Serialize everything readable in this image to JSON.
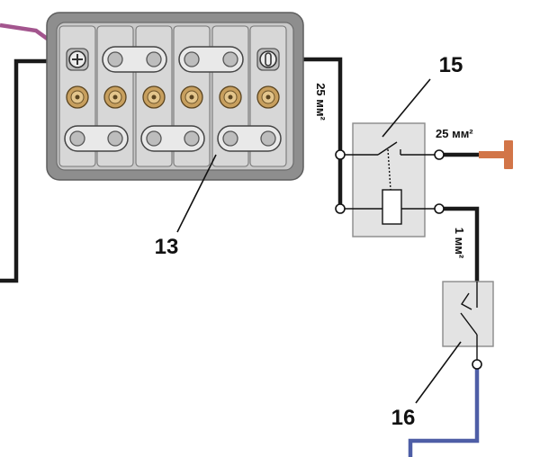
{
  "diagram": {
    "callouts": {
      "battery": "13",
      "relay": "15",
      "switch": "16"
    },
    "wire_labels": {
      "battery_to_relay": "25 мм²",
      "relay_to_load": "25 мм²",
      "relay_to_switch": "1 мм²"
    }
  },
  "colors": {
    "positive_feed_wire": "#a3558e",
    "main_wire": "#1a1a1a",
    "switch_ground_wire": "#4e5ea6",
    "load_terminal": "#d27548",
    "battery_case": "#8e8e8e",
    "battery_panel": "#c9c9c9",
    "cell_cap": "#c79f5e",
    "component_box": "#e3e3e3"
  }
}
